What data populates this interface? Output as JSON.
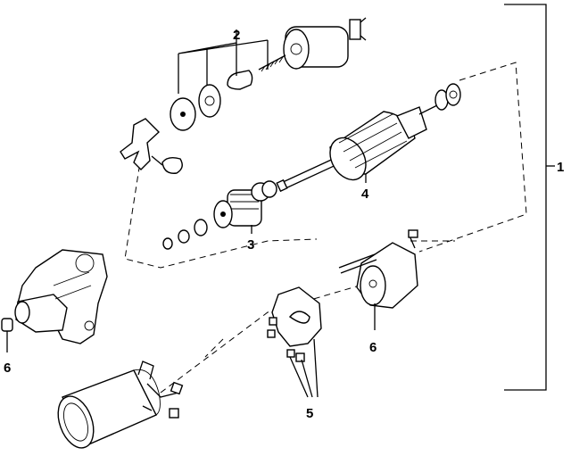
{
  "callouts": [
    {
      "id": "c1",
      "label": "1"
    },
    {
      "id": "c2",
      "label": "2"
    },
    {
      "id": "c3",
      "label": "3"
    },
    {
      "id": "c4",
      "label": "4"
    },
    {
      "id": "c5",
      "label": "5"
    },
    {
      "id": "c6a",
      "label": "6"
    },
    {
      "id": "c6b",
      "label": "6"
    }
  ]
}
